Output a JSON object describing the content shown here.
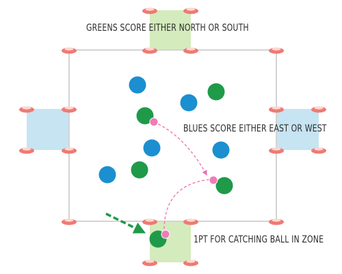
{
  "labels": {
    "greens": "GREENS SCORE EITHER NORTH OR SOUTH",
    "blues": "BLUES SCORE EITHER EAST OR WEST",
    "catch": "1PT FOR CATCHING BALL IN ZONE"
  },
  "colors": {
    "field_line": "#d4d4d4",
    "cone": "#ef7a73",
    "cone_light": "#fbd8d3",
    "green_zone": "#d4ebbd",
    "blue_zone": "#c6e4f2",
    "green_player": "#1f9a49",
    "blue_player": "#1b8fcf",
    "ball": "#f07bb8",
    "ball_path": "#ef6fae",
    "arrow": "#1f9a49"
  },
  "legend_icons": [
    "cone-icon",
    "player-icon",
    "ball-icon",
    "arrow-icon"
  ]
}
